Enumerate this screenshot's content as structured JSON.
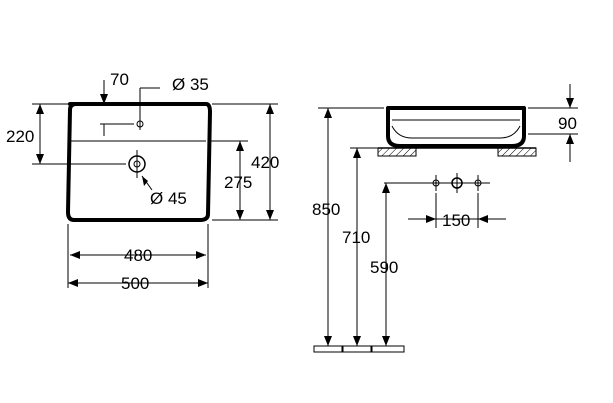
{
  "dimensions": {
    "width_inner": "480",
    "width_outer": "500",
    "depth_total": "420",
    "depth_bowl": "275",
    "tap_offset_y": "220",
    "tap_offset_x": "70",
    "tap_hole": "Ø 35",
    "drain_hole": "Ø 45",
    "height_basin": "90",
    "height_rim": "850",
    "height_counter": "710",
    "height_outlet": "590",
    "outlet_spacing": "150"
  }
}
